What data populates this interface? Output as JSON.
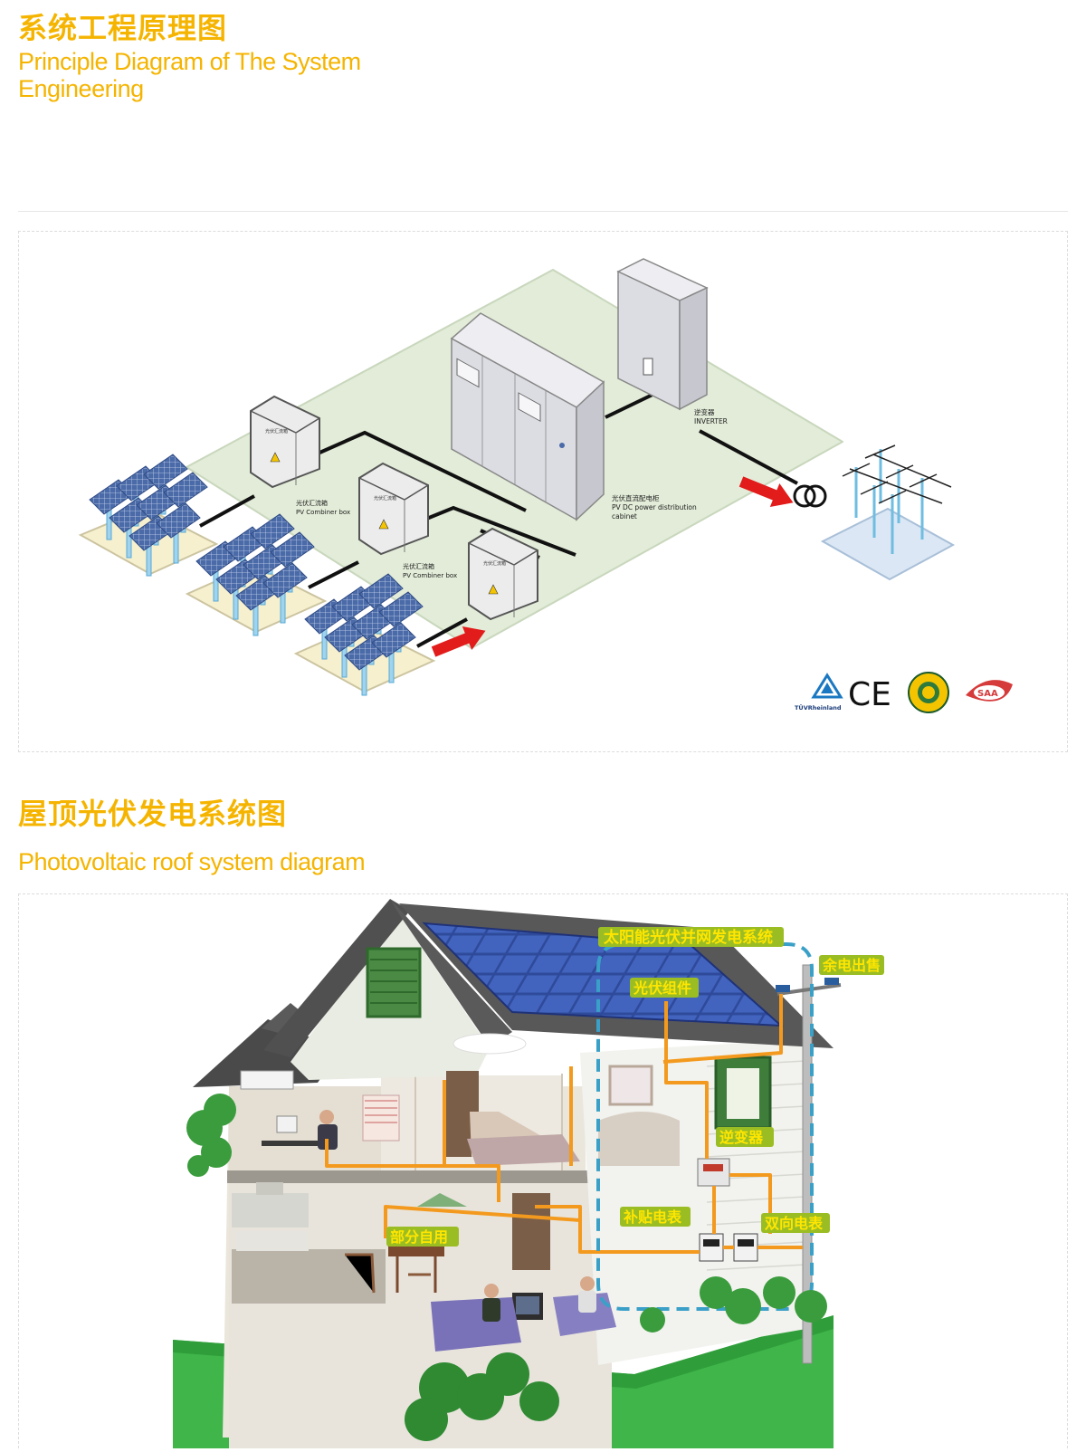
{
  "section1": {
    "title_zh": "系统工程原理图",
    "title_en_line1": "Principle Diagram of  The System",
    "title_en_line2": "Engineering"
  },
  "diagram1": {
    "combiner_label_zh": "光伏汇流箱",
    "combiner_label_en": "PV Combiner box",
    "combiner_plate": "光伏汇流箱",
    "cabinet_label_zh": "光伏直流配电柜",
    "cabinet_label_en1": "PV DC power distribution",
    "cabinet_label_en2": "cabinet",
    "inverter_label_zh": "逆变器",
    "inverter_label_en": "INVERTER",
    "cert_tuv": "TÜVRheinland",
    "cert_ce": "CE",
    "cert_saa": "SAA",
    "colors": {
      "platform": "#e2ecd8",
      "arrow": "#e21b1b",
      "grid_pad": "#dbe7f4",
      "cabinet": "#dcdde3"
    }
  },
  "section2": {
    "title_zh": "屋顶光伏发电系统图",
    "title_en": "Photovoltaic roof system diagram"
  },
  "diagram2": {
    "system_label": "太阳能光伏并网发电系统",
    "surplus_label": "余电出售",
    "pv_module_label": "光伏组件",
    "inverter_label": "逆变器",
    "subsidy_meter_label": "补贴电表",
    "bidirectional_meter_label": "双向电表",
    "self_use_label": "部分自用",
    "colors": {
      "label_bg": "#9bbd24",
      "label_text": "#ffe600",
      "wire": "#f39a1e",
      "dash": "#3aa0c8"
    }
  }
}
